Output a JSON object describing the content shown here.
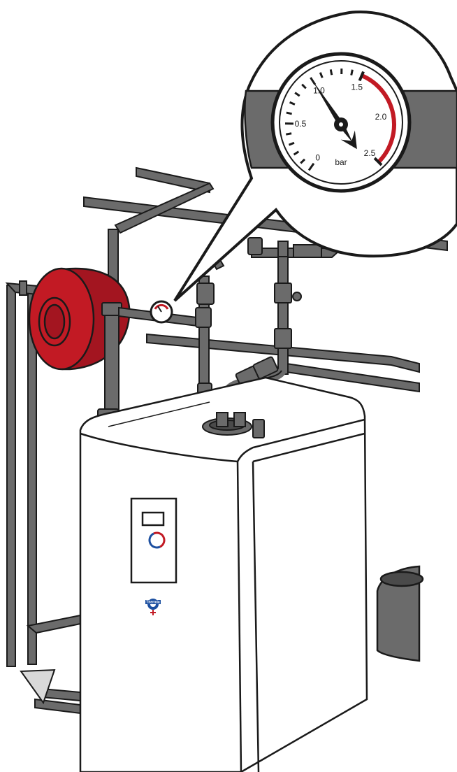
{
  "gauge": {
    "unit": "bar",
    "ticks": [
      "0",
      "0.5",
      "1.0",
      "1.5",
      "2.0",
      "2.5"
    ],
    "needle_value": 1.0,
    "red_zone_start": 1.5,
    "red_zone_end": 2.5
  },
  "brand": {
    "logo_text": "Thermia"
  },
  "colors": {
    "pipe": "#6b6b6b",
    "expansion_tank": "#c21a24",
    "gauge_red_zone": "#c21a24",
    "outline": "#1a1a1a",
    "cabinet": "#ffffff",
    "logo_blue": "#1c4fa0"
  },
  "icons": {
    "gauge": "pressure-gauge-icon",
    "logo": "thermia-logo-icon"
  }
}
